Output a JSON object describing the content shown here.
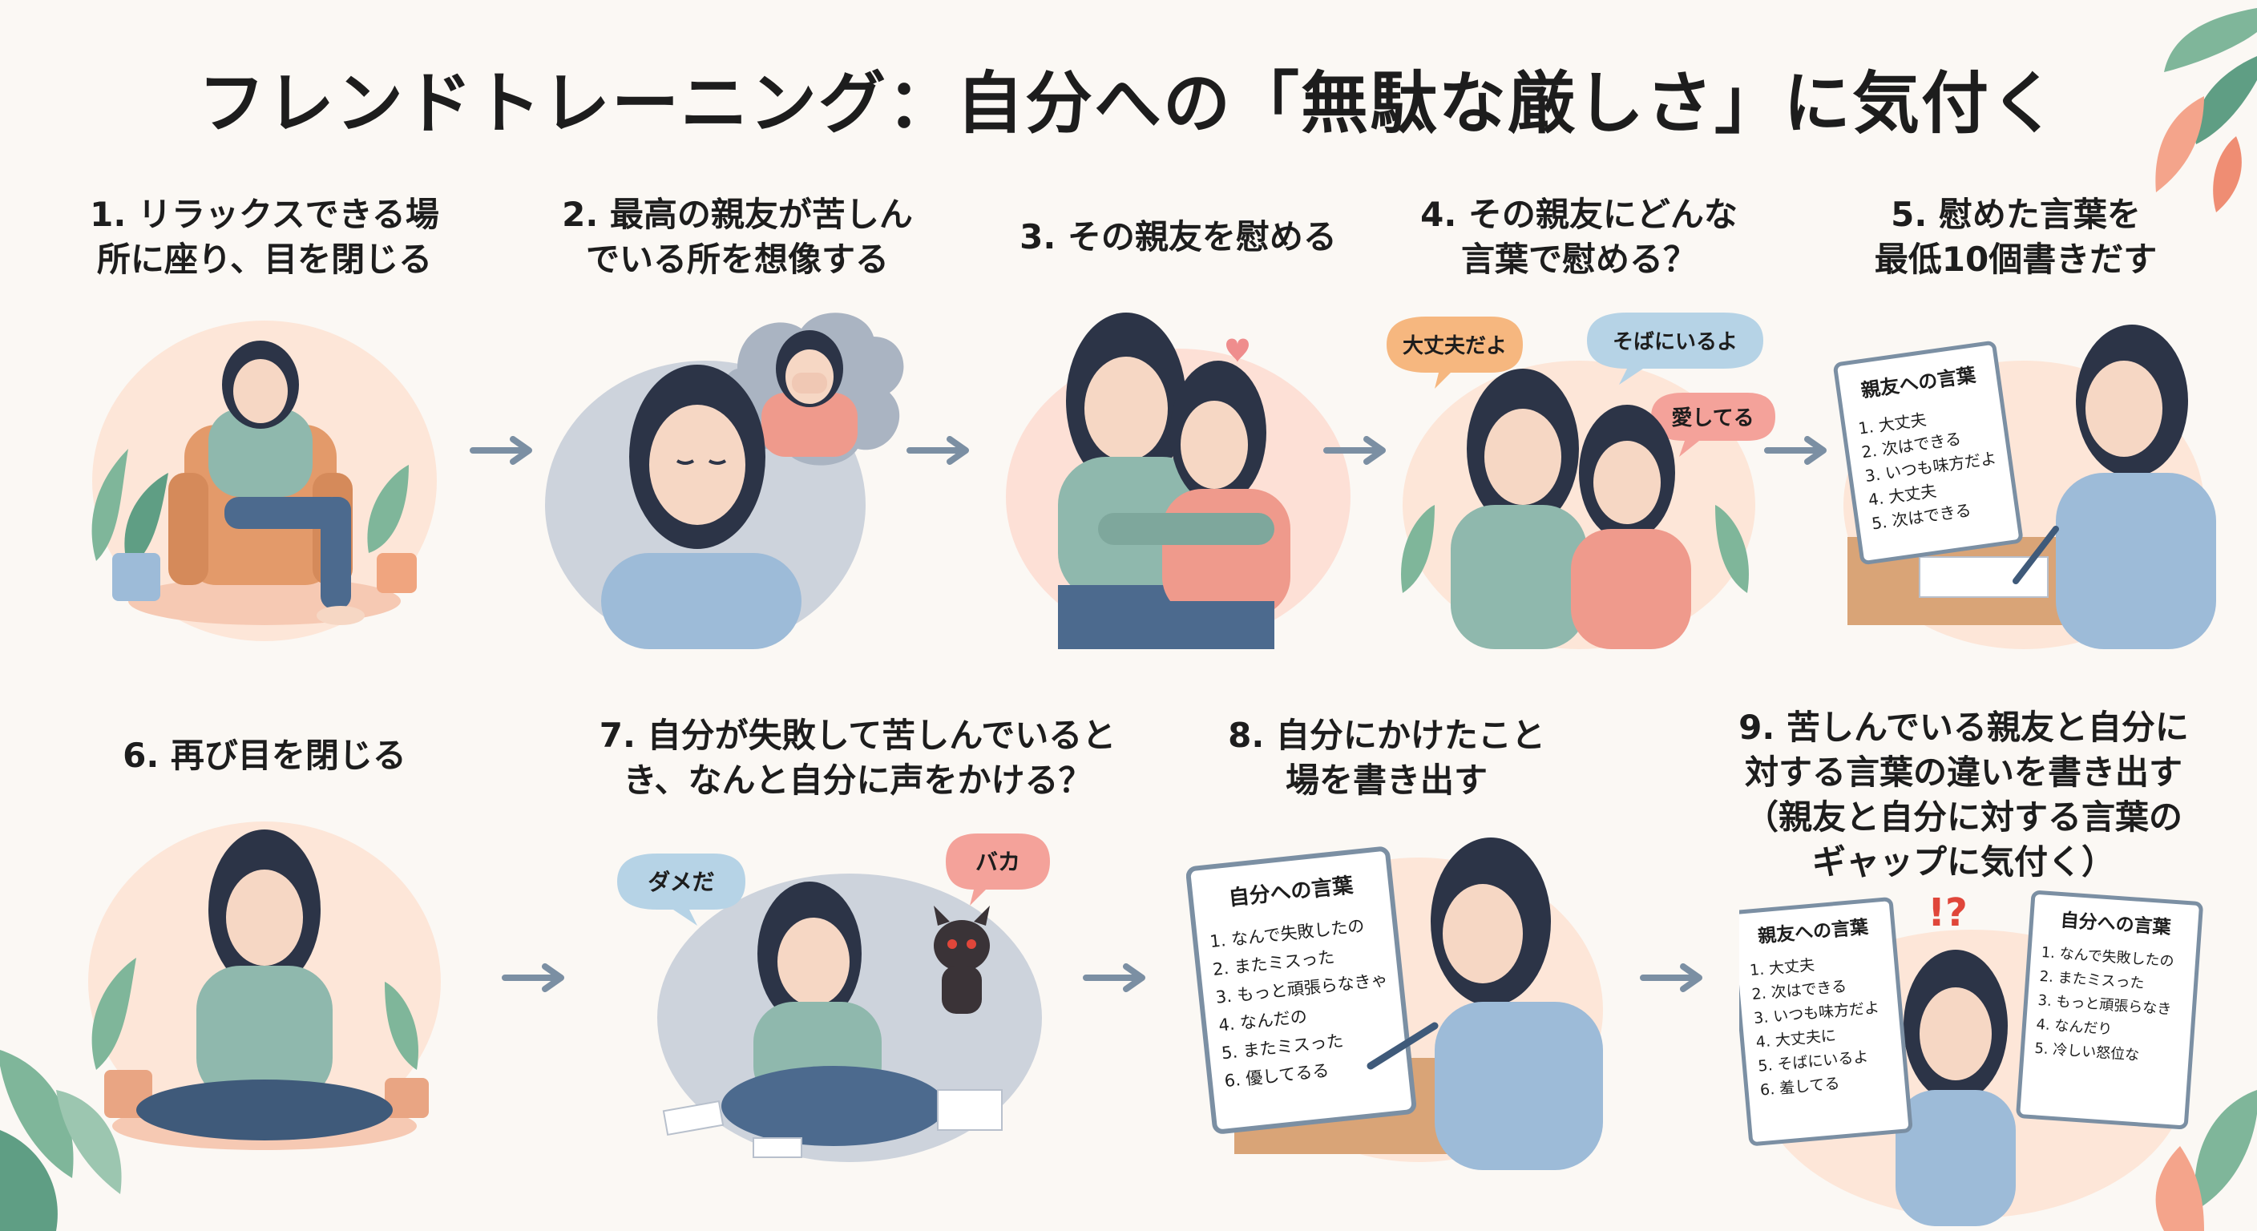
{
  "title": "フレンドトレーニング：自分への「無駄な厳しさ」に気付く",
  "steps": [
    {
      "lines": [
        "1. リラックスできる場",
        "所に座り、目を閉じる"
      ]
    },
    {
      "lines": [
        "2. 最高の親友が苦しん",
        "でいる所を想像する"
      ]
    },
    {
      "lines": [
        "3. その親友を慰める"
      ]
    },
    {
      "lines": [
        "4. その親友にどんな",
        "言葉で慰める？"
      ],
      "bubbles": [
        "大丈夫だよ",
        "そばにいるよ",
        "愛してる"
      ]
    },
    {
      "lines": [
        "5. 慰めた言葉を",
        "最低10個書きだす"
      ],
      "note": {
        "heading": "親友への言葉",
        "items": [
          "1. 大丈夫",
          "2. 次はできる",
          "3. いつも味方だよ",
          "4. 大丈夫",
          "5. 次はできる"
        ]
      }
    },
    {
      "lines": [
        "6. 再び目を閉じる"
      ]
    },
    {
      "lines": [
        "7. 自分が失敗して苦しんでいると",
        "き、なんと自分に声をかける？"
      ],
      "bubbles": [
        "ダメだ",
        "バカ"
      ]
    },
    {
      "lines": [
        "8. 自分にかけたこと",
        "場を書き出す"
      ],
      "note": {
        "heading": "自分への言葉",
        "items": [
          "1. なんで失敗したの",
          "2. またミスった",
          "3. もっと頑張らなきゃ",
          "4. なんだの",
          "5. またミスった",
          "6. 優してるる"
        ]
      }
    },
    {
      "lines": [
        "9. 苦しんでいる親友と自分に",
        "対する言葉の違いを書き出す",
        "（親友と自分に対する言葉の",
        "ギャップに気付く）"
      ],
      "left_note": {
        "heading": "親友への言葉",
        "items": [
          "1. 大丈夫",
          "2. 次はできる",
          "3. いつも味方だよ",
          "4. 大丈夫に",
          "5. そばにいるよ",
          "6. 羞してる"
        ]
      },
      "right_note": {
        "heading": "自分への言葉",
        "items": [
          "1. なんで失敗したの",
          "2. またミスった",
          "3. もっと頑張らなき",
          "4. なんだり",
          "5. 冷しい怒位な"
        ]
      },
      "marks": "!?"
    }
  ],
  "colors": {
    "background": "#fbf8f4",
    "arrow": "#7b8fa3",
    "sweater_green": "#8fb8ad",
    "sweater_blue": "#9dbbd8",
    "sweater_pink": "#ef9a8c",
    "hair": "#2c3447",
    "skin": "#f6d7c4",
    "bubble_orange": "#f6b77f",
    "bubble_blue": "#b6d3e6",
    "bubble_pink": "#f4a29a",
    "devil": "#3a3337"
  }
}
